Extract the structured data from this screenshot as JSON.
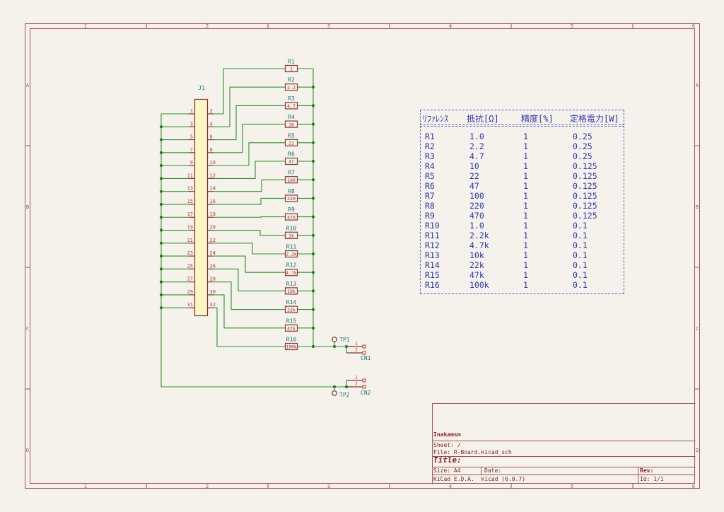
{
  "frame": {
    "columns": [
      "1",
      "2",
      "3",
      "4",
      "5",
      "6"
    ],
    "rows": [
      "A",
      "B",
      "C",
      "D"
    ]
  },
  "colors": {
    "background": "#f4f2eb",
    "frame": "#a05252",
    "wire": "#2e942e",
    "junction": "#1e7d1e",
    "outline": "#8b3030",
    "pin_number": "#a84444",
    "open_end": "#c03333",
    "reference": "#157575",
    "value": "#8b3030",
    "body_fill": "#fdf7c4",
    "table_text": "#3232b4"
  },
  "schematic": {
    "connector": {
      "reference": "J1",
      "left_pins": [
        "1",
        "3",
        "5",
        "7",
        "9",
        "11",
        "13",
        "15",
        "17",
        "19",
        "21",
        "23",
        "25",
        "27",
        "29",
        "31"
      ],
      "right_pins": [
        "2",
        "4",
        "6",
        "8",
        "10",
        "12",
        "14",
        "16",
        "18",
        "20",
        "22",
        "24",
        "26",
        "28",
        "30",
        "32"
      ]
    },
    "resistors": [
      {
        "ref": "R1",
        "value": "1"
      },
      {
        "ref": "R2",
        "value": "2.2"
      },
      {
        "ref": "R3",
        "value": "4.7"
      },
      {
        "ref": "R4",
        "value": "10"
      },
      {
        "ref": "R5",
        "value": "22"
      },
      {
        "ref": "R6",
        "value": "47"
      },
      {
        "ref": "R7",
        "value": "100"
      },
      {
        "ref": "R8",
        "value": "220"
      },
      {
        "ref": "R9",
        "value": "470"
      },
      {
        "ref": "R10",
        "value": "1k"
      },
      {
        "ref": "R11",
        "value": "2.2k"
      },
      {
        "ref": "R12",
        "value": "4.7k"
      },
      {
        "ref": "R13",
        "value": "10k"
      },
      {
        "ref": "R14",
        "value": "22k"
      },
      {
        "ref": "R15",
        "value": "47k"
      },
      {
        "ref": "R16",
        "value": "100k"
      }
    ],
    "testpoints": [
      {
        "ref": "TP1"
      },
      {
        "ref": "TP2"
      }
    ],
    "edge_connectors": [
      {
        "ref": "CN1",
        "pins": [
          "1",
          "2"
        ]
      },
      {
        "ref": "CN2",
        "pins": [
          "1",
          "2"
        ]
      }
    ]
  },
  "table": {
    "headers": [
      "ﾘﾌｧﾚﾝｽ",
      "抵抗[Ω]",
      "精度[%]",
      "定格電力[W]"
    ],
    "rows": [
      [
        "R1",
        "1.0",
        "1",
        "0.25"
      ],
      [
        "R2",
        "2.2",
        "1",
        "0.25"
      ],
      [
        "R3",
        "4.7",
        "1",
        "0.25"
      ],
      [
        "R4",
        "10",
        "1",
        "0.125"
      ],
      [
        "R5",
        "22",
        "1",
        "0.125"
      ],
      [
        "R6",
        "47",
        "1",
        "0.125"
      ],
      [
        "R7",
        "100",
        "1",
        "0.125"
      ],
      [
        "R8",
        "220",
        "1",
        "0.125"
      ],
      [
        "R9",
        "470",
        "1",
        "0.125"
      ],
      [
        "R10",
        "1.0",
        "1",
        "0.1"
      ],
      [
        "R11",
        "2.2k",
        "1",
        "0.1"
      ],
      [
        "R12",
        "4.7k",
        "1",
        "0.1"
      ],
      [
        "R13",
        "10k",
        "1",
        "0.1"
      ],
      [
        "R14",
        "22k",
        "1",
        "0.1"
      ],
      [
        "R15",
        "47k",
        "1",
        "0.1"
      ],
      [
        "R16",
        "100k",
        "1",
        "0.1"
      ]
    ]
  },
  "title_block": {
    "company": "Inakamsm",
    "sheet": "Sheet: /",
    "file": "File: R-Board.kicad_sch",
    "title_label": "Title:",
    "size": "Size: A4",
    "date": "Date:",
    "rev": "Rev:",
    "tool": "KiCad E.D.A.  kicad (6.0.7)",
    "id": "Id: 1/1"
  }
}
